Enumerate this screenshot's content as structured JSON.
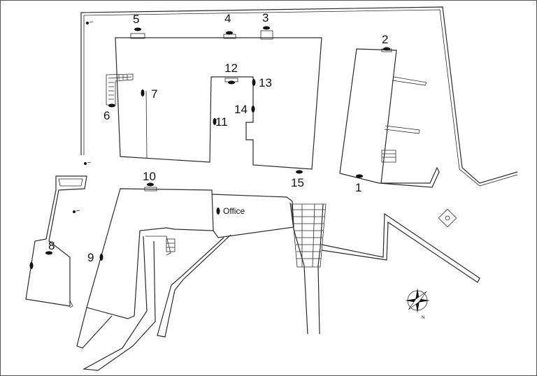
{
  "map": {
    "labels": {
      "l1": "1",
      "l2": "2",
      "l3": "3",
      "l4": "4",
      "l5": "5",
      "l6": "6",
      "l7": "7",
      "l8": "8",
      "l9": "9",
      "l10": "10",
      "l11": "11",
      "l12": "12",
      "l13": "13",
      "l14": "14",
      "l15": "15"
    },
    "office_label": "Office",
    "compass_label": "N"
  }
}
